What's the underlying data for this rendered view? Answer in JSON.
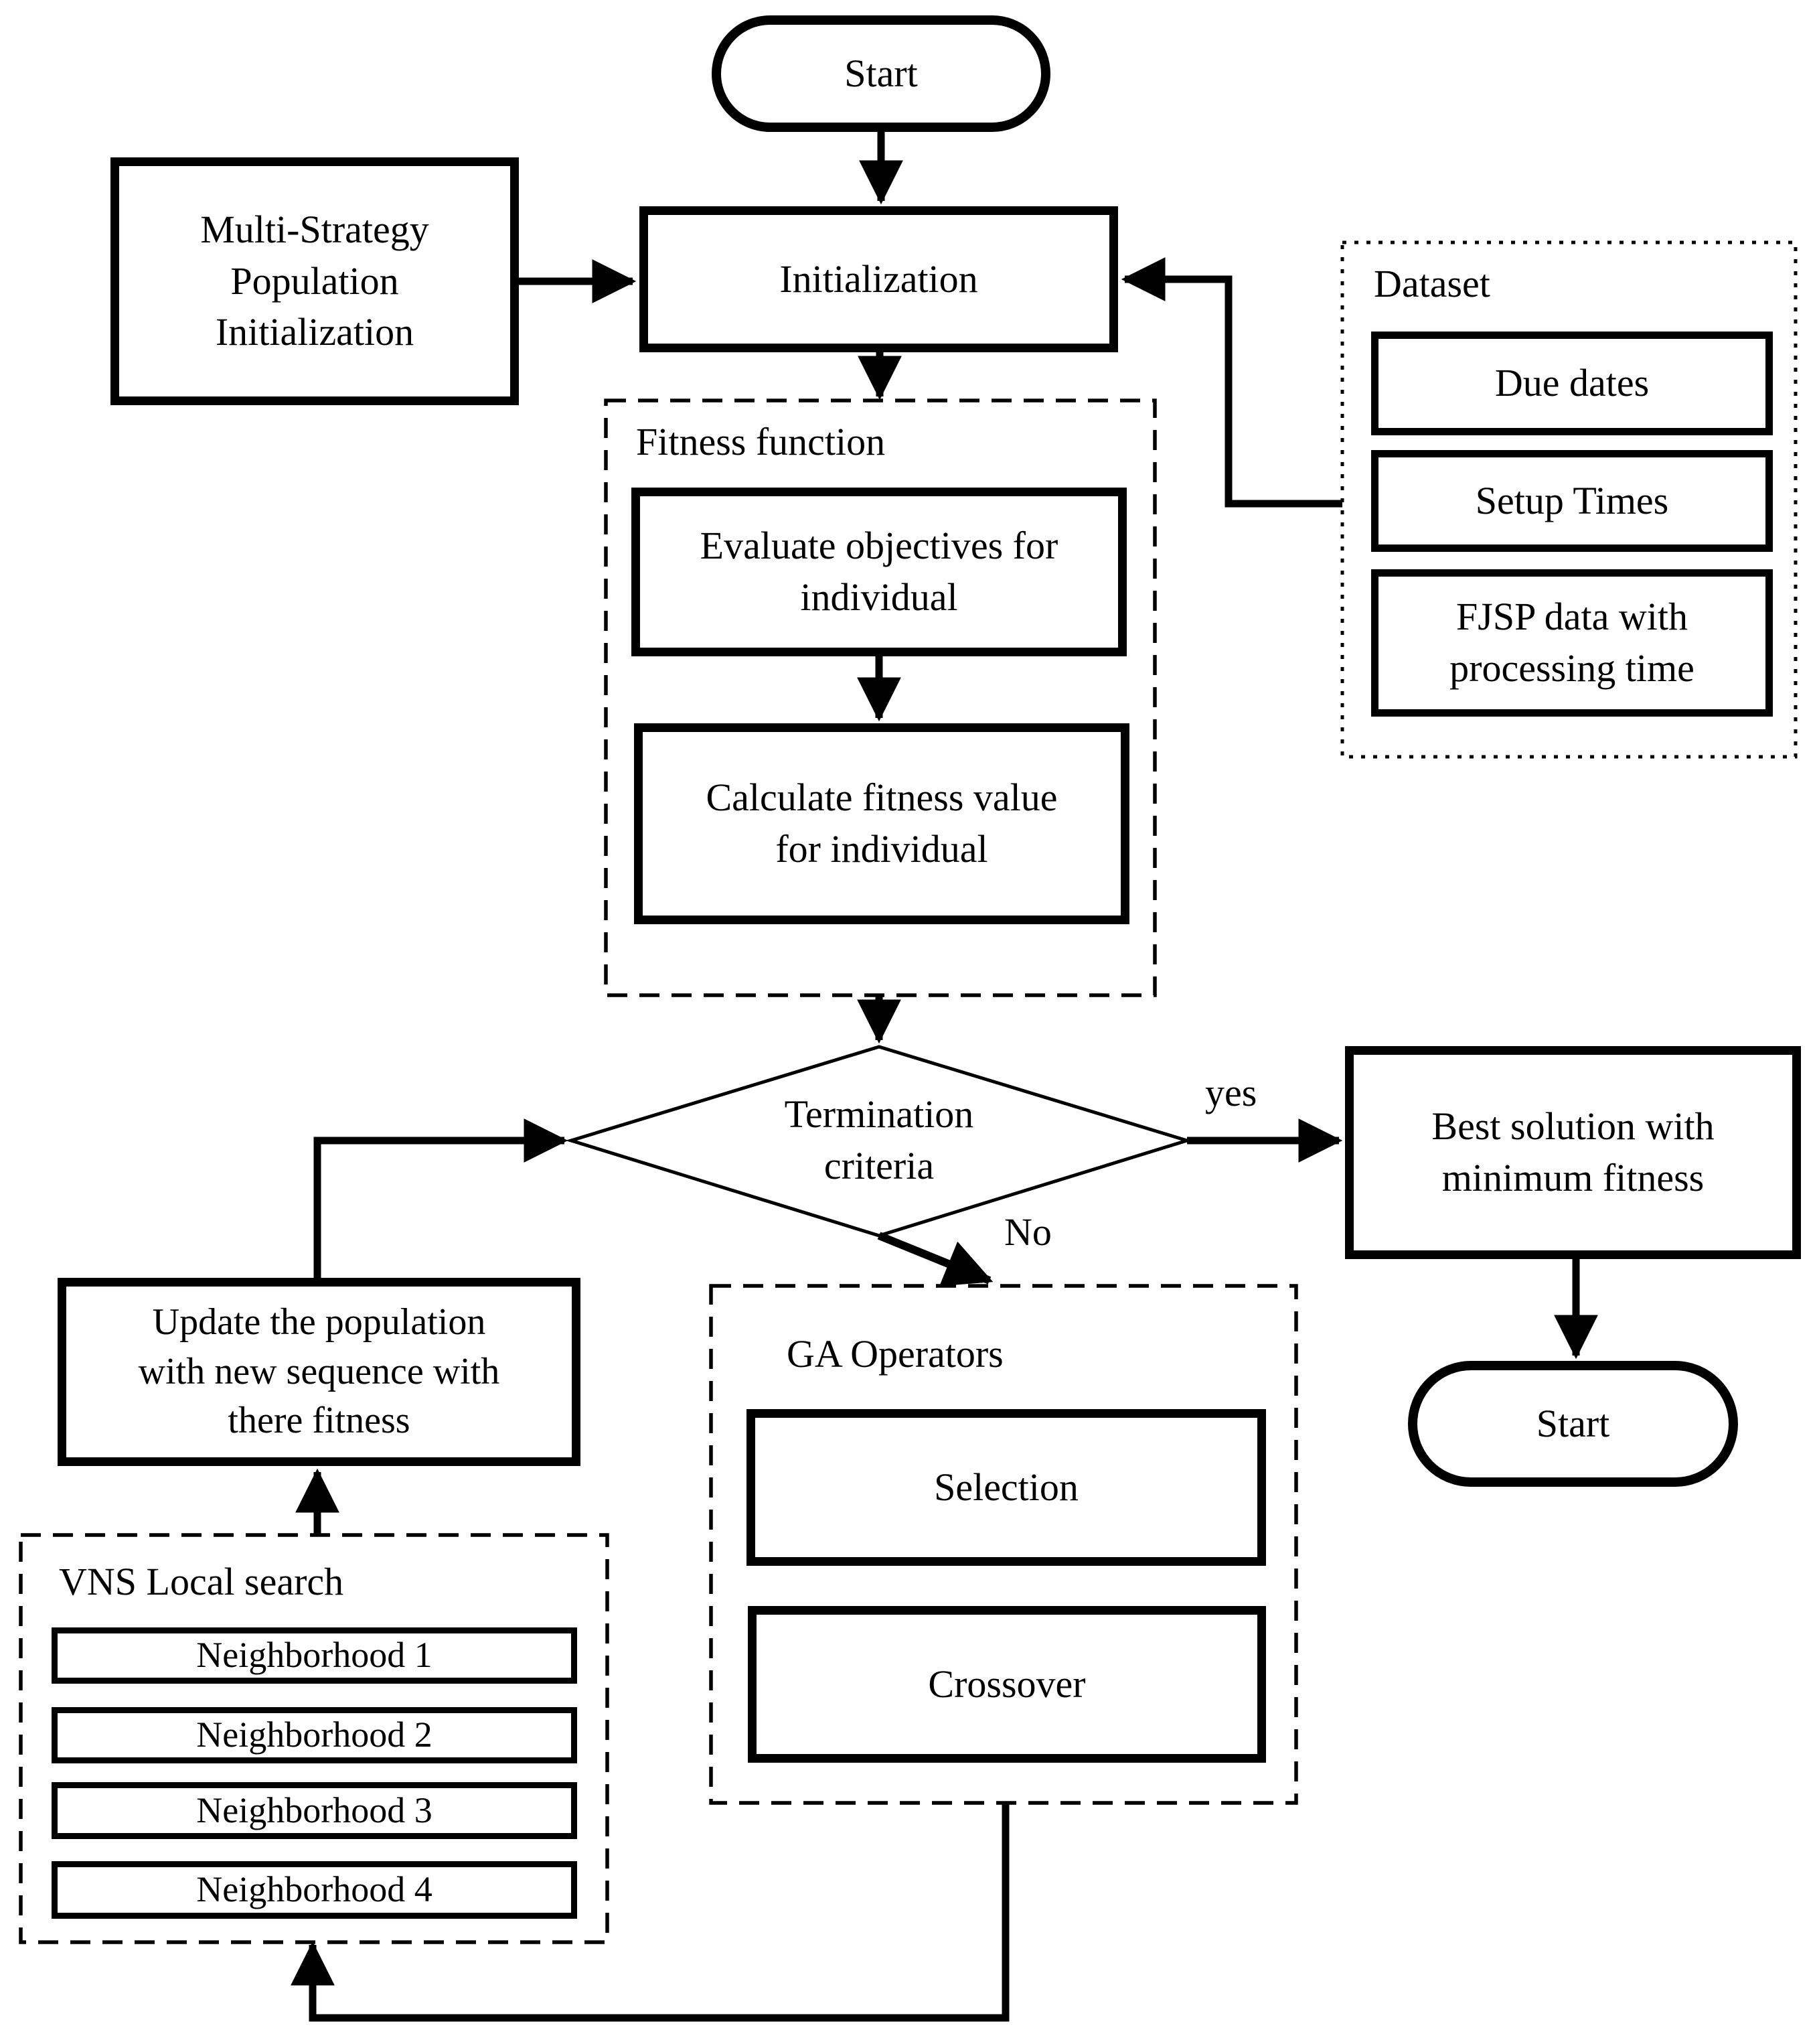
{
  "diagram": {
    "background": "#ffffff",
    "ink": "#000000",
    "nodes": {
      "start_top": {
        "label": "Start"
      },
      "multi_strategy": {
        "label": "Multi-Strategy\nPopulation\nInitialization"
      },
      "initialization": {
        "label": "Initialization"
      },
      "dataset": {
        "title": "Dataset",
        "items": [
          "Due dates",
          "Setup Times",
          "FJSP data with\nprocessing time"
        ]
      },
      "fitness": {
        "title": "Fitness function",
        "steps": [
          "Evaluate objectives for\nindividual",
          "Calculate fitness value\nfor individual"
        ]
      },
      "termination": {
        "label": "Termination\ncriteria"
      },
      "best_solution": {
        "label": "Best solution with\nminimum fitness"
      },
      "end_terminal": {
        "label": "Start"
      },
      "ga_operators": {
        "title": "GA Operators",
        "steps": [
          "Selection",
          "Crossover"
        ]
      },
      "update_population": {
        "label": "Update the population\nwith new sequence with\nthere fitness"
      },
      "vns": {
        "title": "VNS Local search",
        "neighborhoods": [
          "Neighborhood 1",
          "Neighborhood 2",
          "Neighborhood 3",
          "Neighborhood 4"
        ]
      }
    },
    "edge_labels": {
      "yes": "yes",
      "no": "No"
    }
  }
}
